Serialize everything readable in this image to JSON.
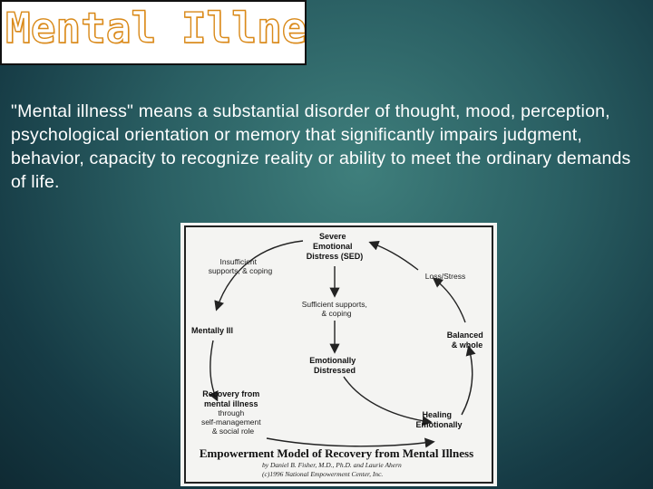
{
  "slide": {
    "title": "Mental Illness",
    "definition": "\"Mental illness\" means a substantial disorder of thought, mood, perception, psychological orientation or memory that significantly impairs judgment, behavior, capacity to recognize reality or ability to meet the ordinary demands of life."
  },
  "diagram": {
    "nodes": {
      "sed": [
        "Severe",
        "Emotional",
        "Distress (SED)"
      ],
      "insufficient": [
        "Insufficient",
        "supports, & coping"
      ],
      "loss": [
        "Loss/Stress"
      ],
      "sufficient": [
        "Sufficient supports,",
        "& coping"
      ],
      "mentally_ill": [
        "Mentally Ill"
      ],
      "balanced": [
        "Balanced",
        "& whole"
      ],
      "distressed": [
        "Emotionally",
        "Distressed"
      ],
      "recovery": [
        "Recovery from",
        "mental illness",
        "through",
        "self-management",
        "& social role"
      ],
      "healing": [
        "Healing",
        "Emotionally"
      ]
    },
    "caption": "Empowerment Model of Recovery from Mental Illness",
    "credit_1": "by Daniel B. Fisher, M.D., Ph.D. and Laurie Ahern",
    "credit_2": "(c)1996 National Empowerment Center, Inc."
  }
}
